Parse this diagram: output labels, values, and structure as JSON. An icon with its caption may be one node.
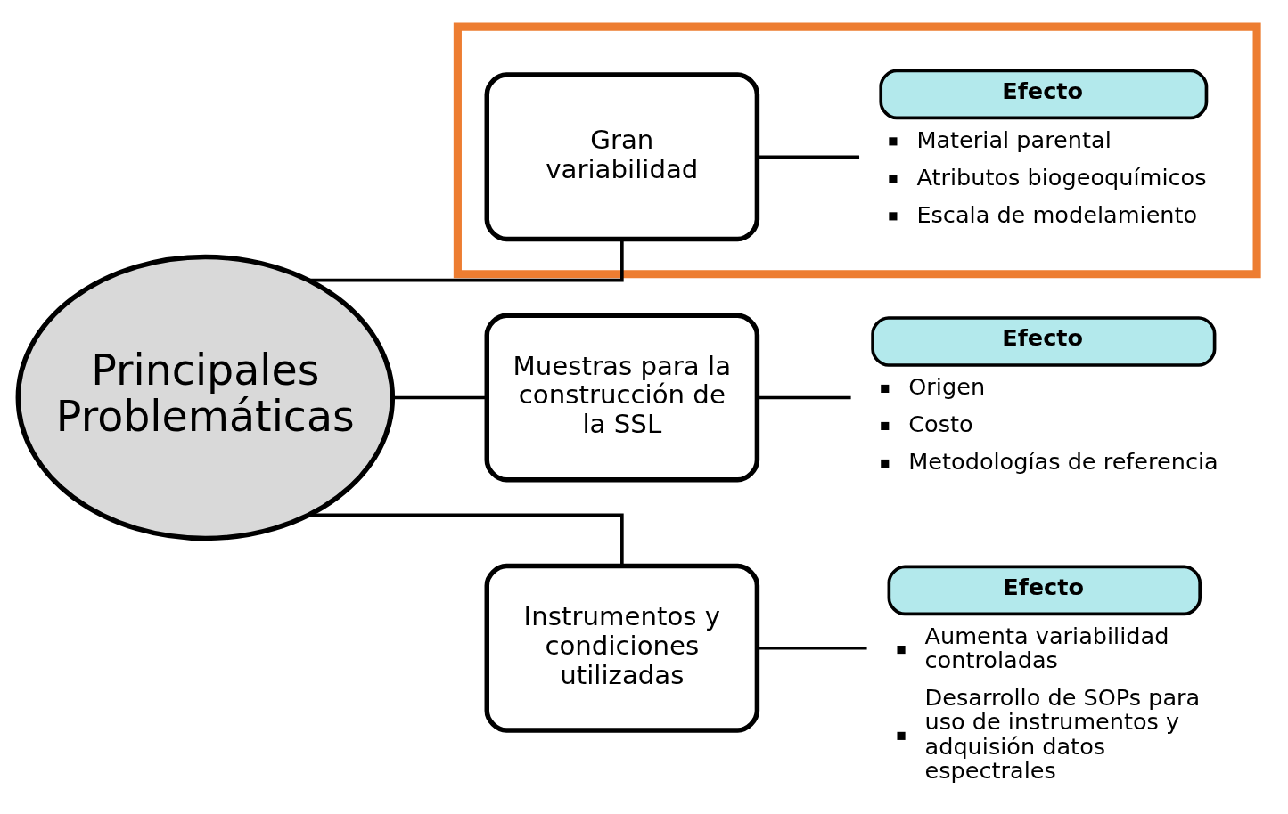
{
  "diagram": {
    "nodes": [
      {
        "text": [
          "Principales Problemáticas"
        ]
      },
      {
        "text": [
          "Muestras para la construcción de la SSL"
        ]
      },
      {
        "text": [
          "Efecto",
          "Origen",
          "Costo",
          "Metodologías de referencia"
        ]
      },
      {
        "text": [],
        "shape": "box"
      },
      {
        "text": [
          "Gran variabilidad"
        ],
        "in": 3
      },
      {
        "text": [
          "Efecto",
          "Material parental",
          "Atributos biogeoquímicos",
          "Escala de modelamiento"
        ],
        "in": 3
      },
      {
        "text": [
          "Instrumentos y condiciones utilizadas"
        ]
      },
      {
        "text": [
          "Efecto",
          "Aumenta variabilidad controladas",
          "Desarrollo de SOPs para uso de instrumentos y adquisión datos espectrales"
        ]
      }
    ],
    "edges": [
      {
        "from": 0,
        "to": 1,
        "arrow": "none"
      },
      {
        "from": 0,
        "to": 4,
        "arrow": "none"
      },
      {
        "from": 0,
        "to": 6,
        "arrow": "none"
      },
      {
        "from": 1,
        "to": 2,
        "arrow": "none"
      },
      {
        "from": 4,
        "to": 5,
        "arrow": "none"
      },
      {
        "from": 6,
        "to": 7,
        "arrow": "none"
      }
    ]
  }
}
